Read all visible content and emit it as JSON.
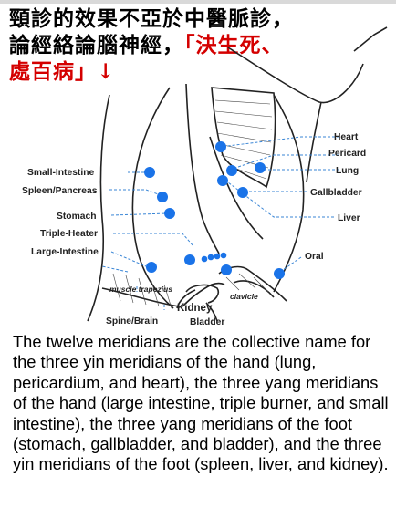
{
  "heading": {
    "line1": "頸診的效果不亞於中醫脈診，",
    "line2_black": "論經絡論腦神經，",
    "line2_red": "「決生死、",
    "line3_red": "處百病」",
    "arrow": "↓"
  },
  "labels": {
    "small_intestine": "Small-Intestine",
    "spleen_pancreas": "Spleen/Pancreas",
    "stomach": "Stomach",
    "triple_heater": "Triple-Heater",
    "large_intestine": "Large-Intestine",
    "heart": "Heart",
    "pericard": "Pericard",
    "lung": "Lung",
    "gallbladder": "Gallbladder",
    "liver": "Liver",
    "oral": "Oral",
    "muscle_trapezius": "muscle trapezius",
    "clavicle": "clavicle",
    "kidney": "Kidney",
    "spine_brain": "Spine/Brain",
    "bladder": "Bladder"
  },
  "caption": "The twelve meridians are the collective name for the three yin meridians of the hand (lung, pericardium, and heart), the three yang meridians of the hand (large intestine, triple burner, and small intestine), the three yang meridians of the foot (stomach, gallbladder, and bladder), and the three yin meridians of the foot (spleen, liver, and kidney)."
}
